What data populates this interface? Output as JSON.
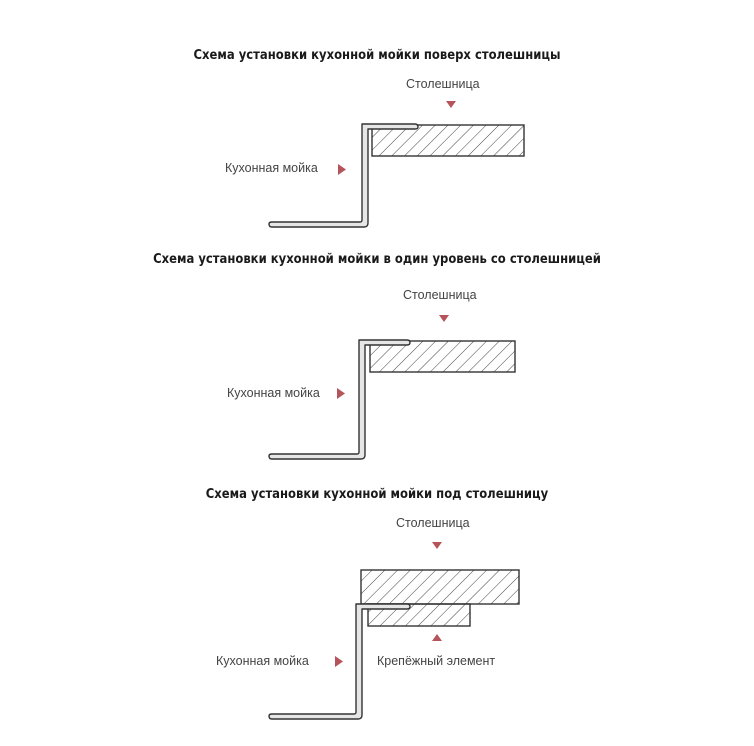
{
  "diagrams": [
    {
      "title": "Схема установки кухонной мойки поверх столешницы",
      "countertop_label": "Столешница",
      "sink_label": "Кухонная мойка"
    },
    {
      "title": "Схема установки кухонной мойки в один уровень со столешницей",
      "countertop_label": "Столешница",
      "sink_label": "Кухонная мойка"
    },
    {
      "title": "Схема установки кухонной мойки под столешницу",
      "countertop_label": "Столешница",
      "sink_label": "Кухонная мойка",
      "fastener_label": "Крепёжный элемент"
    }
  ],
  "colors": {
    "arrow": "#b5545b",
    "line": "#333333",
    "sink_fill": "#e6e6e6"
  }
}
